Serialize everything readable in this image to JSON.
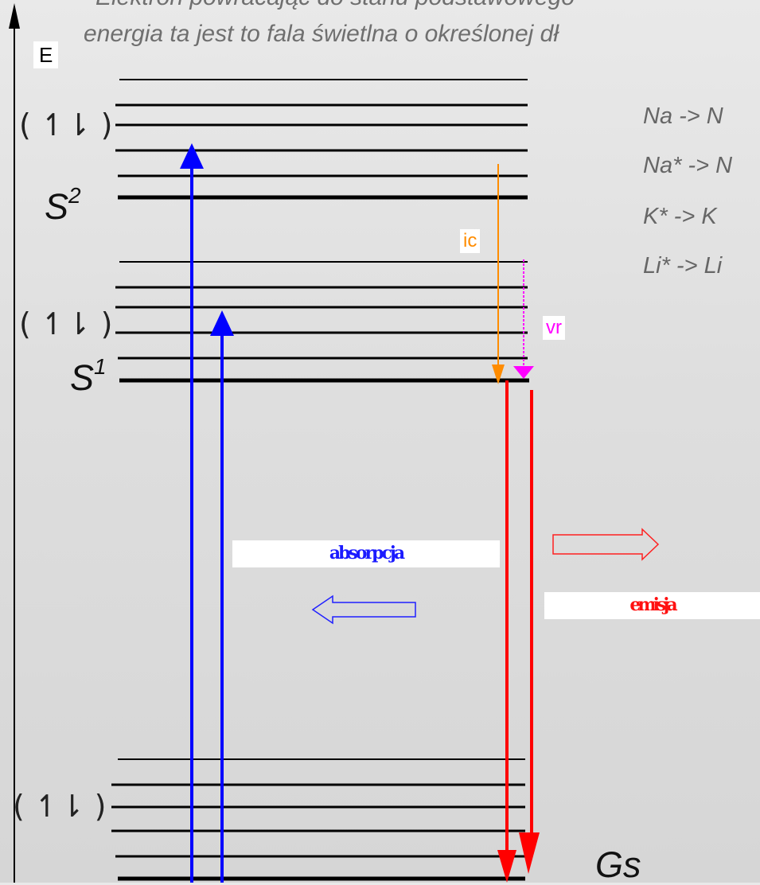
{
  "header": {
    "line1": "Elektron powracając do stanu podstawowego",
    "line2": "energia ta jest to fala świetlna o określonej dł"
  },
  "equations": [
    "Na -> N",
    "Na* -> N",
    "K* -> K",
    "Li* -> Li"
  ],
  "axis": {
    "label": "E"
  },
  "states": {
    "s2": {
      "base": "S",
      "sup": "2"
    },
    "s1": {
      "base": "S",
      "sup": "1"
    },
    "ground": "Gs"
  },
  "spin_pairs": [
    "(  ↿⇂  )",
    "(  ↿⇂  )",
    "(  ↿⇂  )"
  ],
  "transitions": {
    "ic": "ic",
    "vr": "vr"
  },
  "box_labels": {
    "absorption": "absorpcja",
    "emission": "emisja"
  },
  "colors": {
    "absorption": "#0000ff",
    "emission": "#ff0000",
    "ic": "#ff8c00",
    "vr": "#ff00ff",
    "levels": "#000000"
  }
}
